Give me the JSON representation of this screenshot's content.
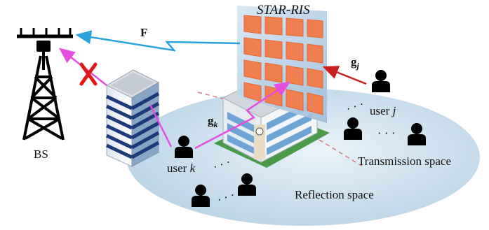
{
  "labels": {
    "bs": "BS",
    "star_ris": "STAR-RIS",
    "channel_f": "F",
    "channel_gk_main": "g",
    "channel_gk_sub": "k",
    "channel_gj_main": "g",
    "channel_gj_sub": "j",
    "user_k_prefix": "user ",
    "user_k_var": "k",
    "user_j_prefix": "user ",
    "user_j_var": "j",
    "transmission_space": "Transmission space",
    "reflection_space": "Reflection space",
    "ellipsis": "· · ·"
  },
  "colors": {
    "ground": "#c9dfec",
    "ris_panel": "#c0d6ea",
    "ris_element": "#f07f4f",
    "link_bs": "#29a3dc",
    "link_user_k": "#e64ee0",
    "link_user_j": "#cc1f1f",
    "blocked": "#e01818",
    "divider": "#d47a7a"
  },
  "icons": {
    "blocked_link": "cross-mark-icon",
    "user": "person-icon",
    "base_station": "antenna-tower-icon"
  }
}
